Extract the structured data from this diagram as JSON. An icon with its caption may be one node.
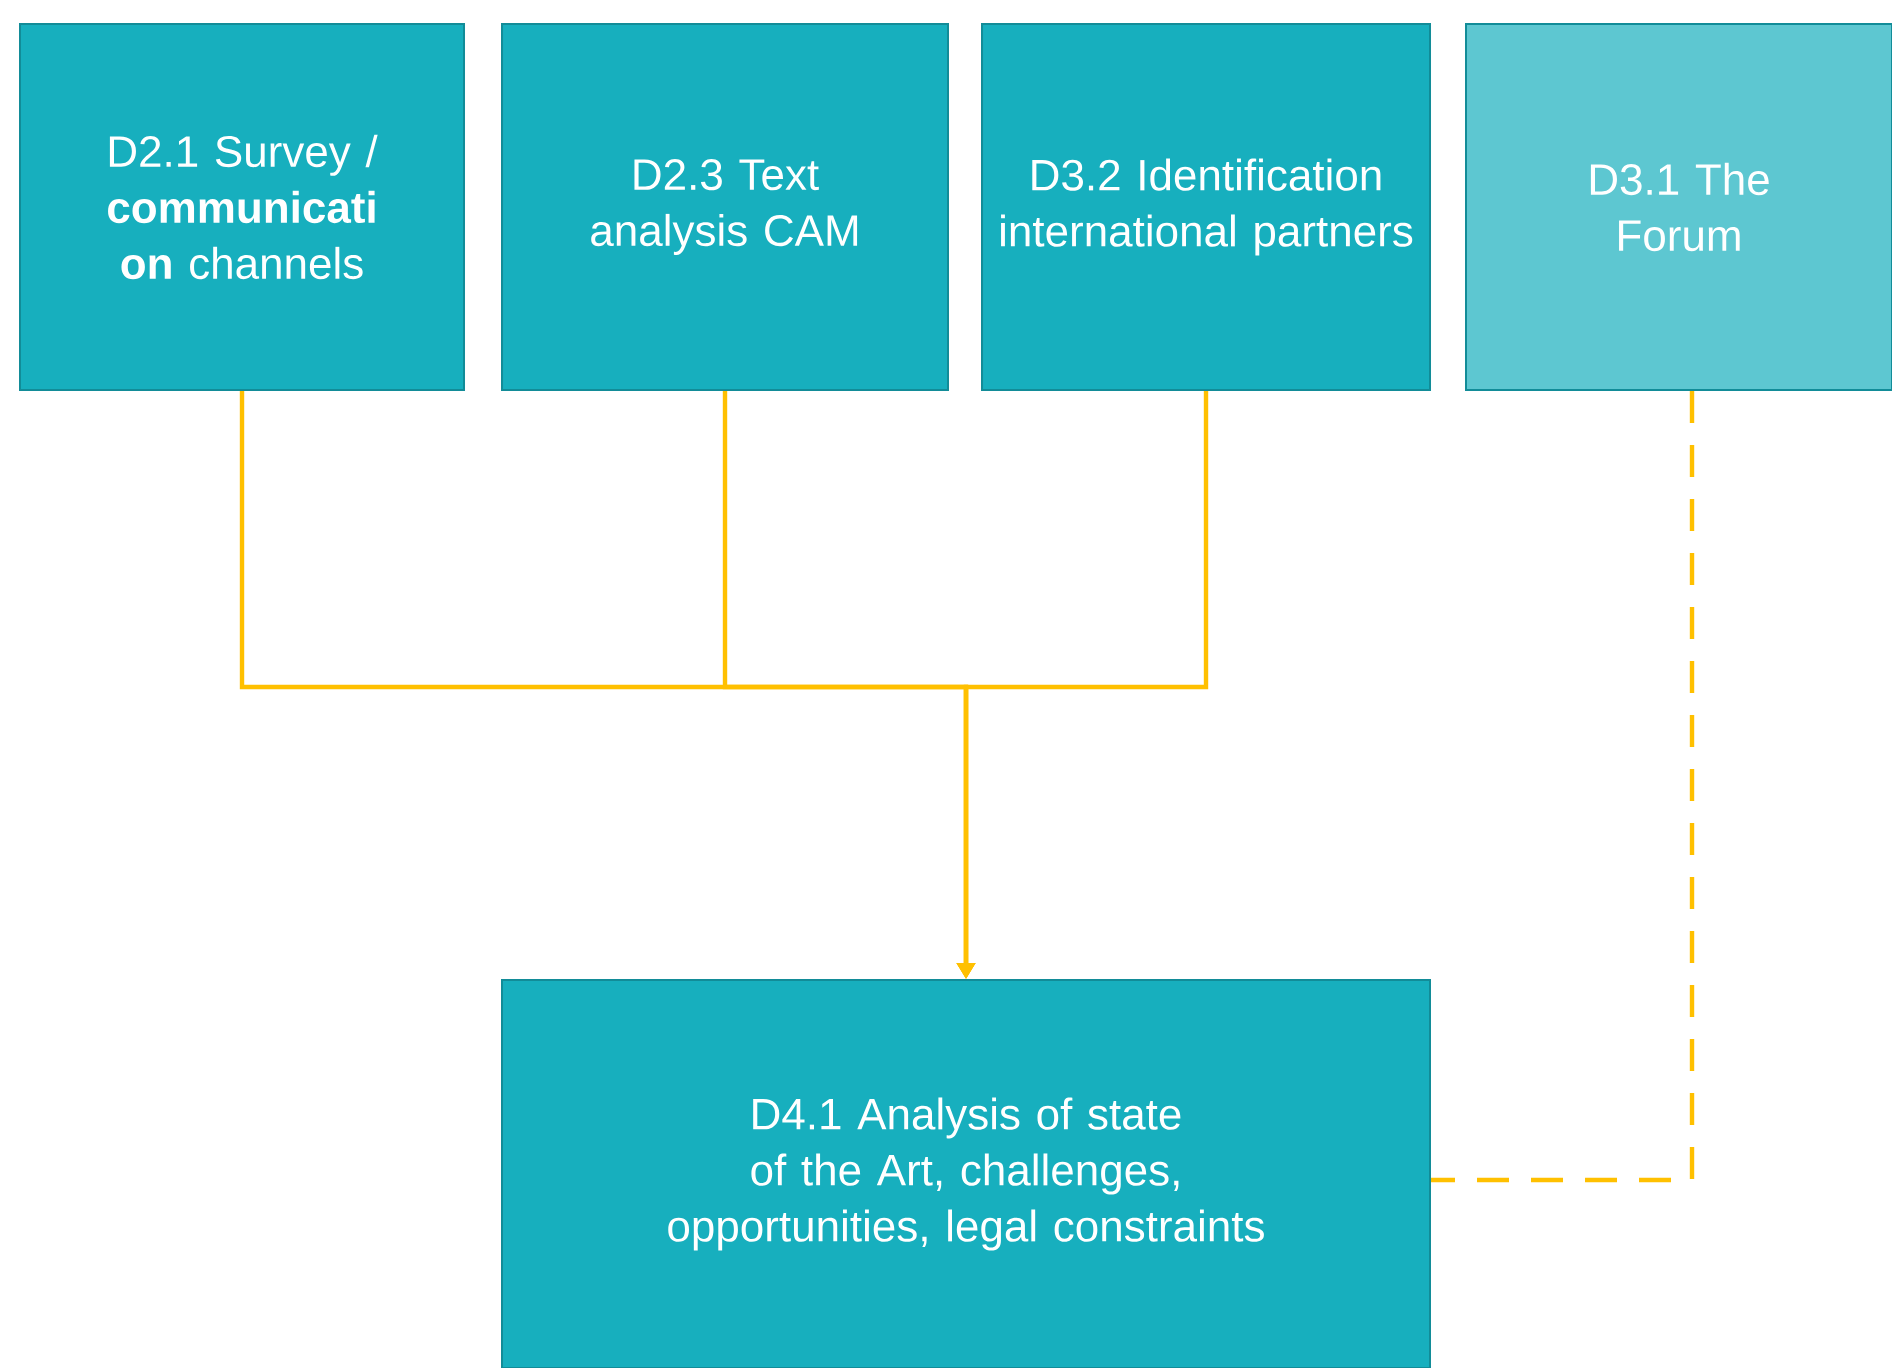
{
  "diagram": {
    "nodes": [
      {
        "text": [
          "D2.1 Survey / **communicati on** channels"
        ]
      },
      {
        "text": [
          "D2.3 Text analysis CAM"
        ]
      },
      {
        "text": [
          "D3.2 Identification international partners"
        ]
      },
      {
        "text": [
          "D3.1 The Forum"
        ]
      },
      {
        "text": [
          "D4.1 Analysis of state of the Art, challenges, opportunities, legal constraints"
        ]
      }
    ],
    "edges": [
      {
        "from": 0,
        "to": 4,
        "arrow": "to"
      },
      {
        "from": 1,
        "to": 4,
        "arrow": "to"
      },
      {
        "from": 2,
        "to": 4,
        "arrow": "to"
      },
      {
        "from": 3,
        "to": 4,
        "arrow": "none",
        "style": "dashed"
      }
    ]
  }
}
